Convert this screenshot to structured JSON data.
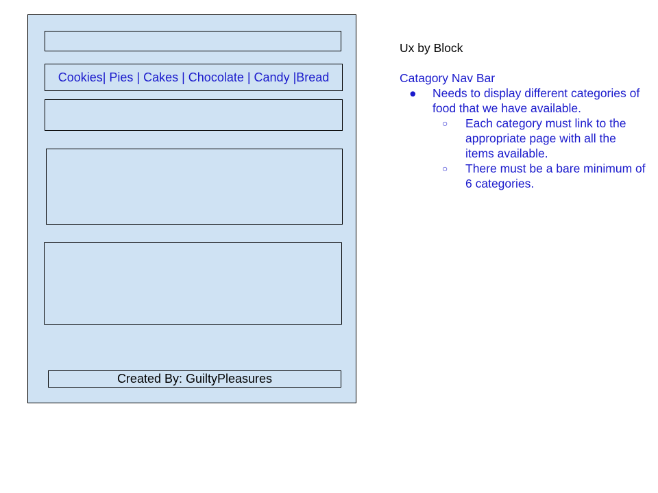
{
  "wireframe": {
    "nav_text": "Cookies| Pies | Cakes | Chocolate | Candy |Bread",
    "footer_text": "Created By: GuiltyPleasures"
  },
  "notes": {
    "heading": "Ux by Block",
    "subheading": "Catagory Nav Bar",
    "bullets": [
      {
        "glyph": "●",
        "text": "Needs to display different categories of food that we have available."
      }
    ],
    "sub_bullets": [
      {
        "glyph": "○",
        "text": "Each category must link to the appropriate page with all the items available."
      },
      {
        "glyph": "○",
        "text": "There must be a bare minimum of 6 categories."
      }
    ]
  },
  "colors": {
    "wireframe_bg": "#cfe2f3",
    "accent_text": "#1a1acc",
    "border": "#000000"
  }
}
